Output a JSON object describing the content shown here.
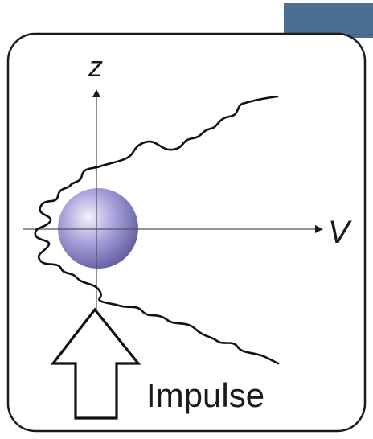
{
  "diagram": {
    "axis_vertical_label": "z",
    "axis_horizontal_label": "V",
    "impulse_label": "Impulse",
    "colors": {
      "corner_block": "#4a6f93",
      "frame_border": "#1a1a1a",
      "curve": "#111111",
      "axis": "#555555",
      "sphere_light": "#f2f1fb",
      "sphere_mid": "#aaa4dc",
      "sphere_dark": "#5e5a9e"
    },
    "icons": {
      "sphere": "sphere-icon",
      "impulse_arrow": "up-arrow-icon"
    }
  }
}
